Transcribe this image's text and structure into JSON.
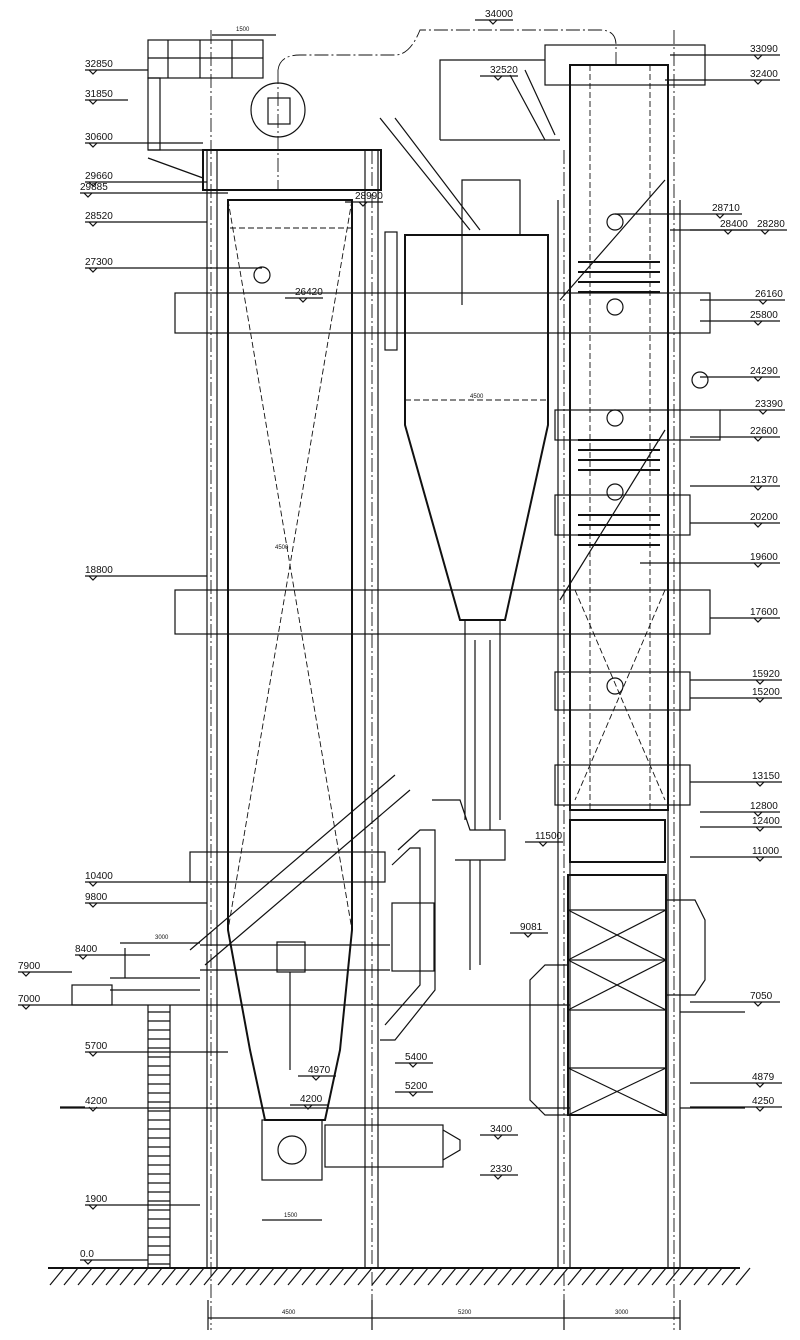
{
  "drawing": {
    "elevations_left": [
      "32850",
      "31850",
      "30600",
      "29660",
      "29885",
      "28520",
      "27300",
      "18800",
      "10400",
      "9800",
      "8400",
      "7900",
      "7000",
      "5700",
      "4200",
      "1900",
      "0.0"
    ],
    "elevations_right": [
      "33090",
      "32400",
      "28710",
      "28400",
      "28280",
      "26160",
      "25800",
      "24290",
      "23390",
      "22600",
      "21370",
      "20200",
      "19600",
      "17600",
      "15920",
      "15200",
      "13150",
      "12800",
      "12400",
      "11000",
      "7050",
      "4879",
      "4250"
    ],
    "elevations_inner": [
      "34000",
      "32520",
      "28990",
      "26420",
      "11500",
      "9081",
      "5400",
      "5200",
      "4970",
      "4200",
      "3400",
      "2330"
    ],
    "dimensions": {
      "top": "1500",
      "hopper_width": "1500",
      "burner_offset": "3000",
      "bottom_left": "4500",
      "bottom_mid": "5200",
      "bottom_right": "3000",
      "furnace_width": "4500",
      "cyclone_width": "4500"
    }
  }
}
